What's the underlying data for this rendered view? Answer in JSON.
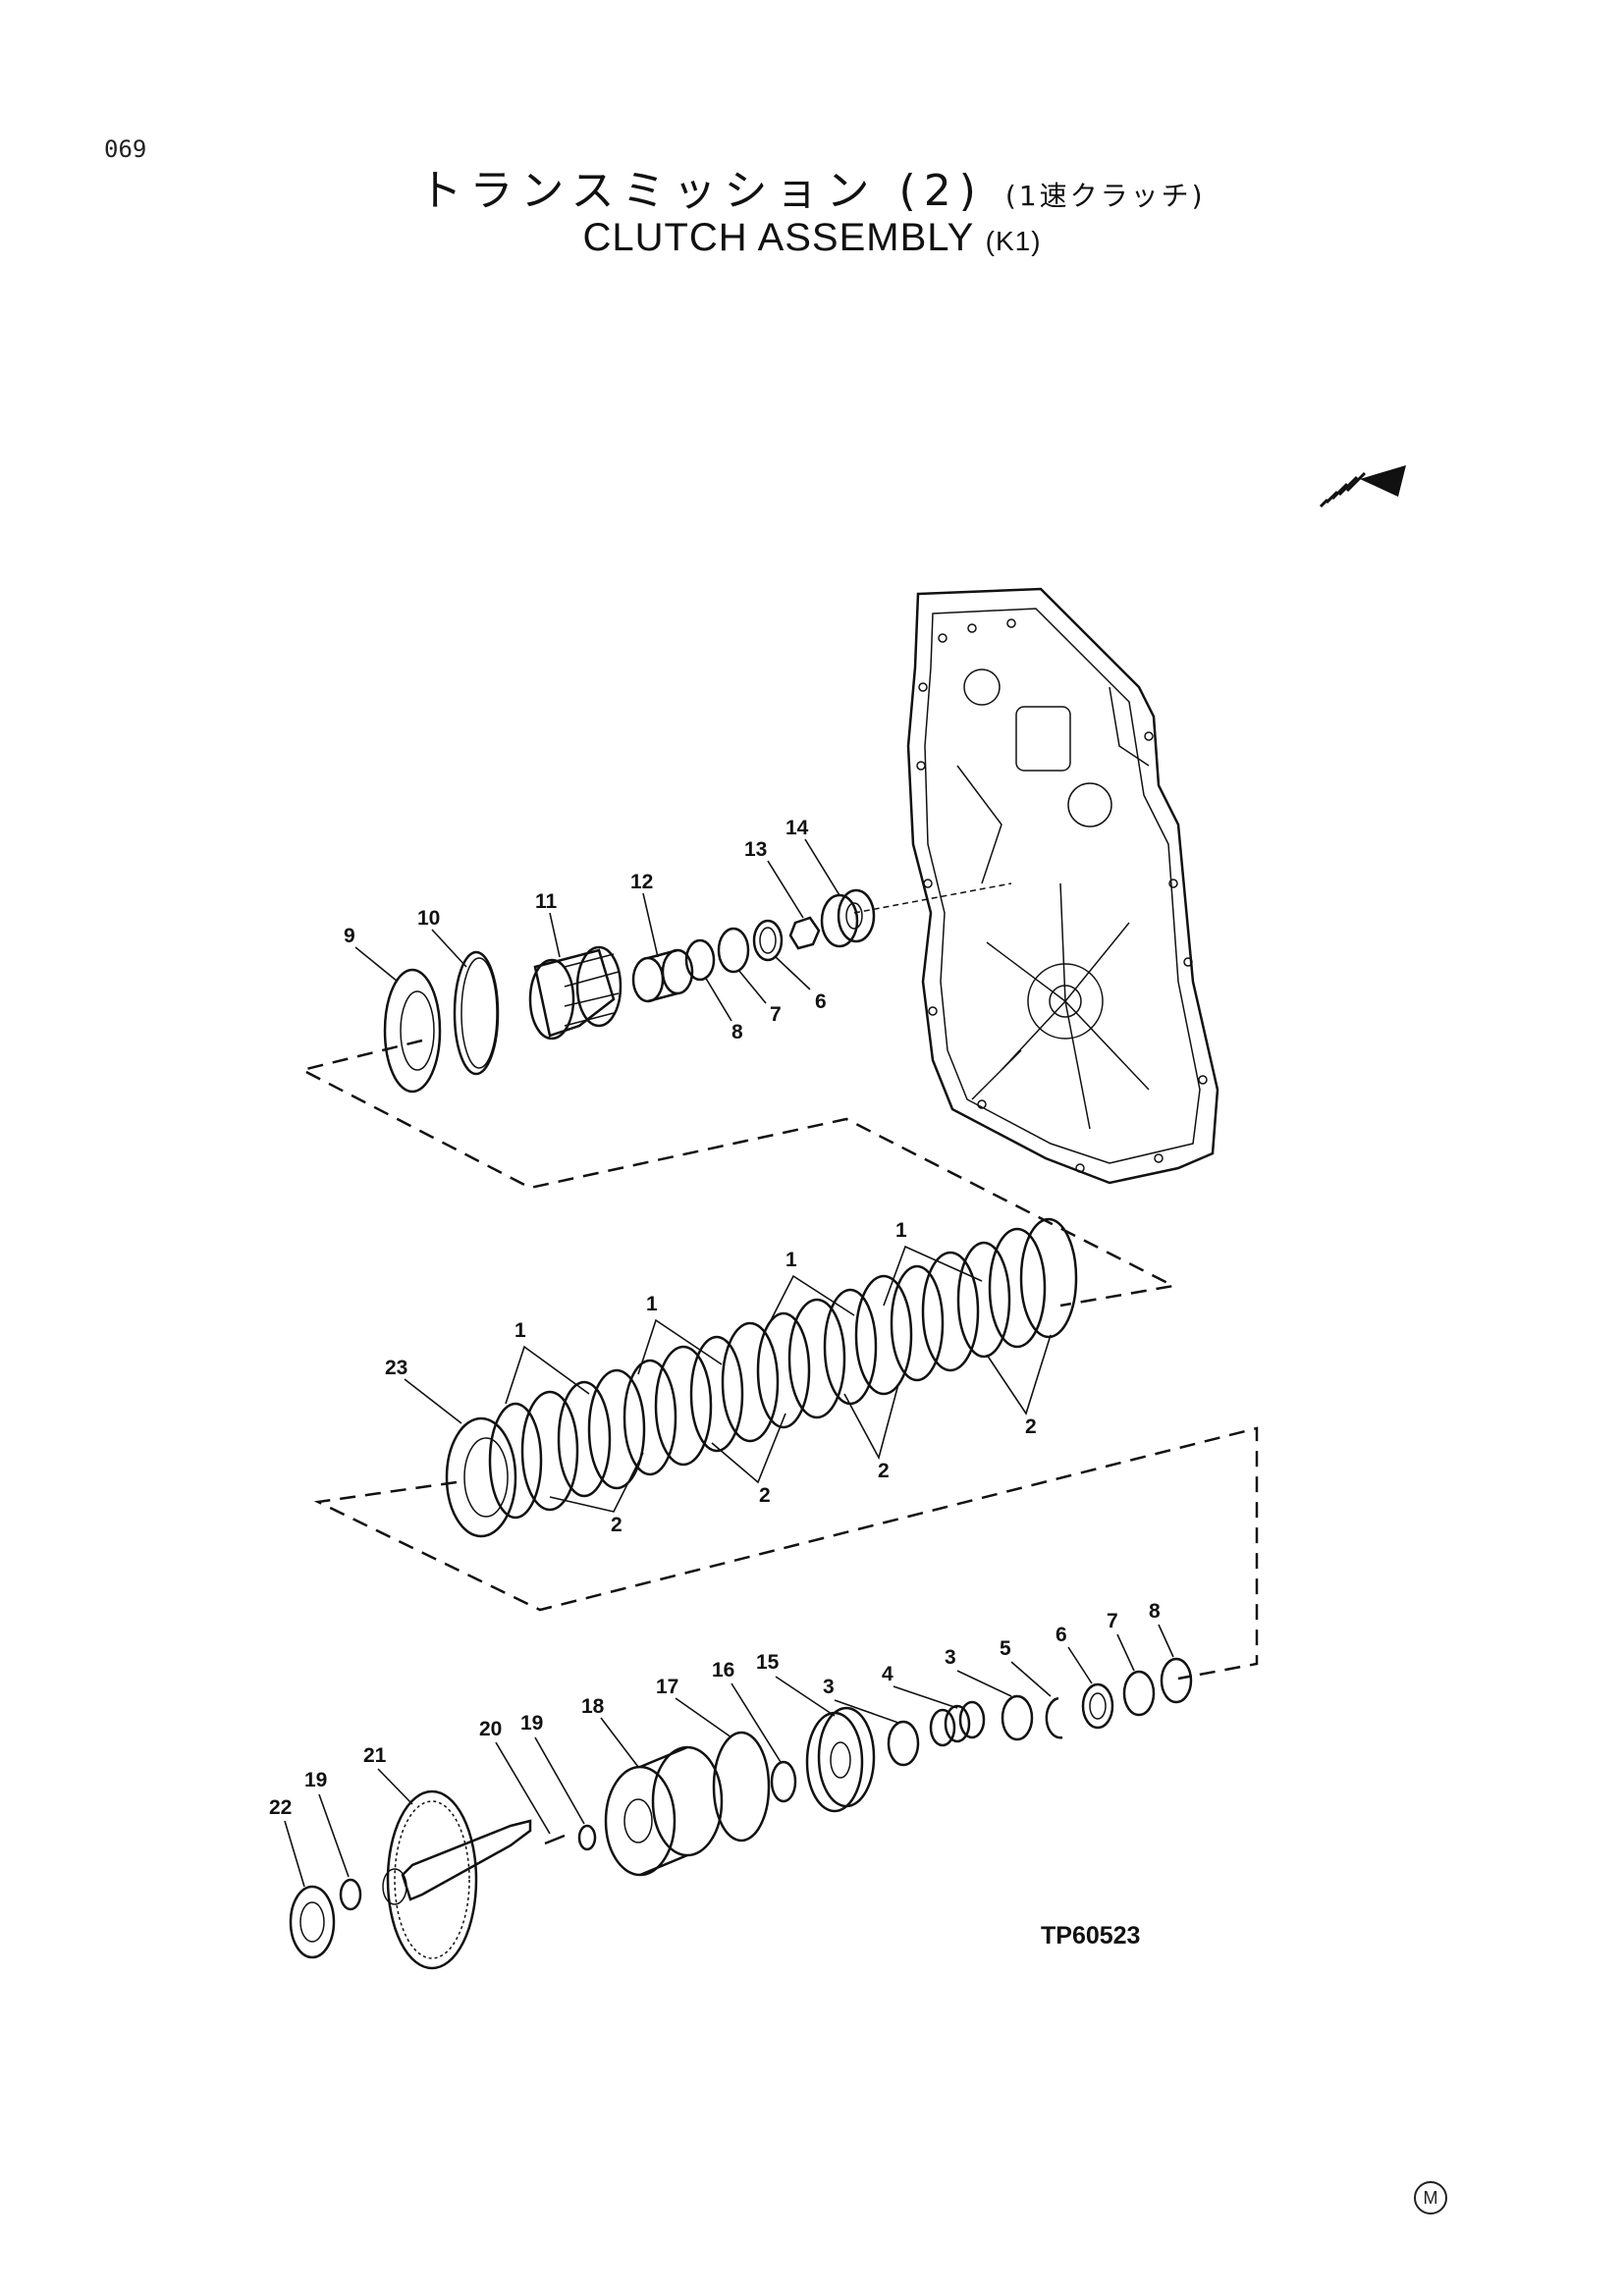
{
  "header": {
    "page_number": "069",
    "title_jp": "トランスミッション (2)",
    "title_jp_sub": "(1速クラッチ)",
    "title_en": "CLUTCH ASSEMBLY",
    "title_en_sub": "(K1)"
  },
  "diagram": {
    "figure_code": "TP60523",
    "footer_mark": "M",
    "top_group_labels": [
      "14",
      "13",
      "12",
      "11",
      "10",
      "9",
      "8",
      "7",
      "6"
    ],
    "middle_group_labels": [
      "1",
      "1",
      "1",
      "1",
      "23",
      "2",
      "2",
      "2",
      "2"
    ],
    "bottom_group_labels": [
      "8",
      "7",
      "6",
      "5",
      "3",
      "4",
      "3",
      "15",
      "16",
      "17",
      "18",
      "20",
      "19",
      "21",
      "19",
      "22"
    ]
  },
  "colors": {
    "ink": "#111111",
    "paper": "#ffffff"
  },
  "icons": [
    "direction-arrow-icon",
    "circled-m-icon"
  ]
}
